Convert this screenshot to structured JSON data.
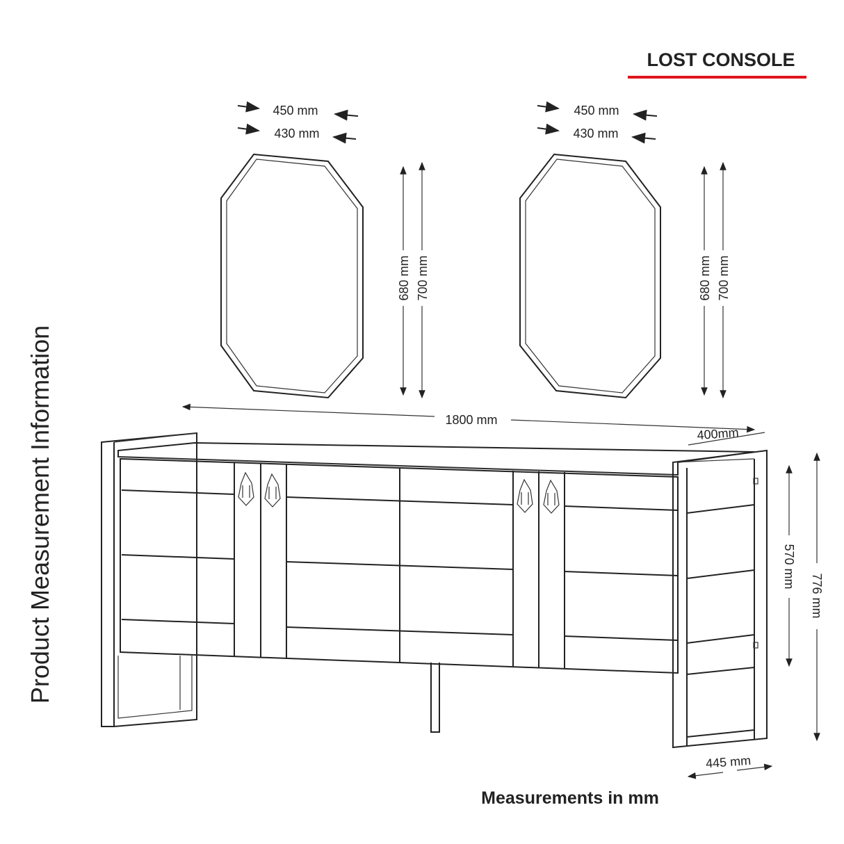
{
  "title": "LOST CONSOLE",
  "side_label": "Product Measurement Information",
  "footer": "Measurements in mm",
  "accent_color": "#e0141b",
  "mirrors": [
    {
      "outer_width": "450 mm",
      "inner_width": "430 mm",
      "inner_height": "680 mm",
      "outer_height": "700 mm"
    },
    {
      "outer_width": "450 mm",
      "inner_width": "430 mm",
      "inner_height": "680 mm",
      "outer_height": "700 mm"
    }
  ],
  "console": {
    "width": "1800 mm",
    "depth": "400mm",
    "cabinet_height": "570 mm",
    "total_height": "776 mm",
    "side_depth": "445 mm"
  }
}
